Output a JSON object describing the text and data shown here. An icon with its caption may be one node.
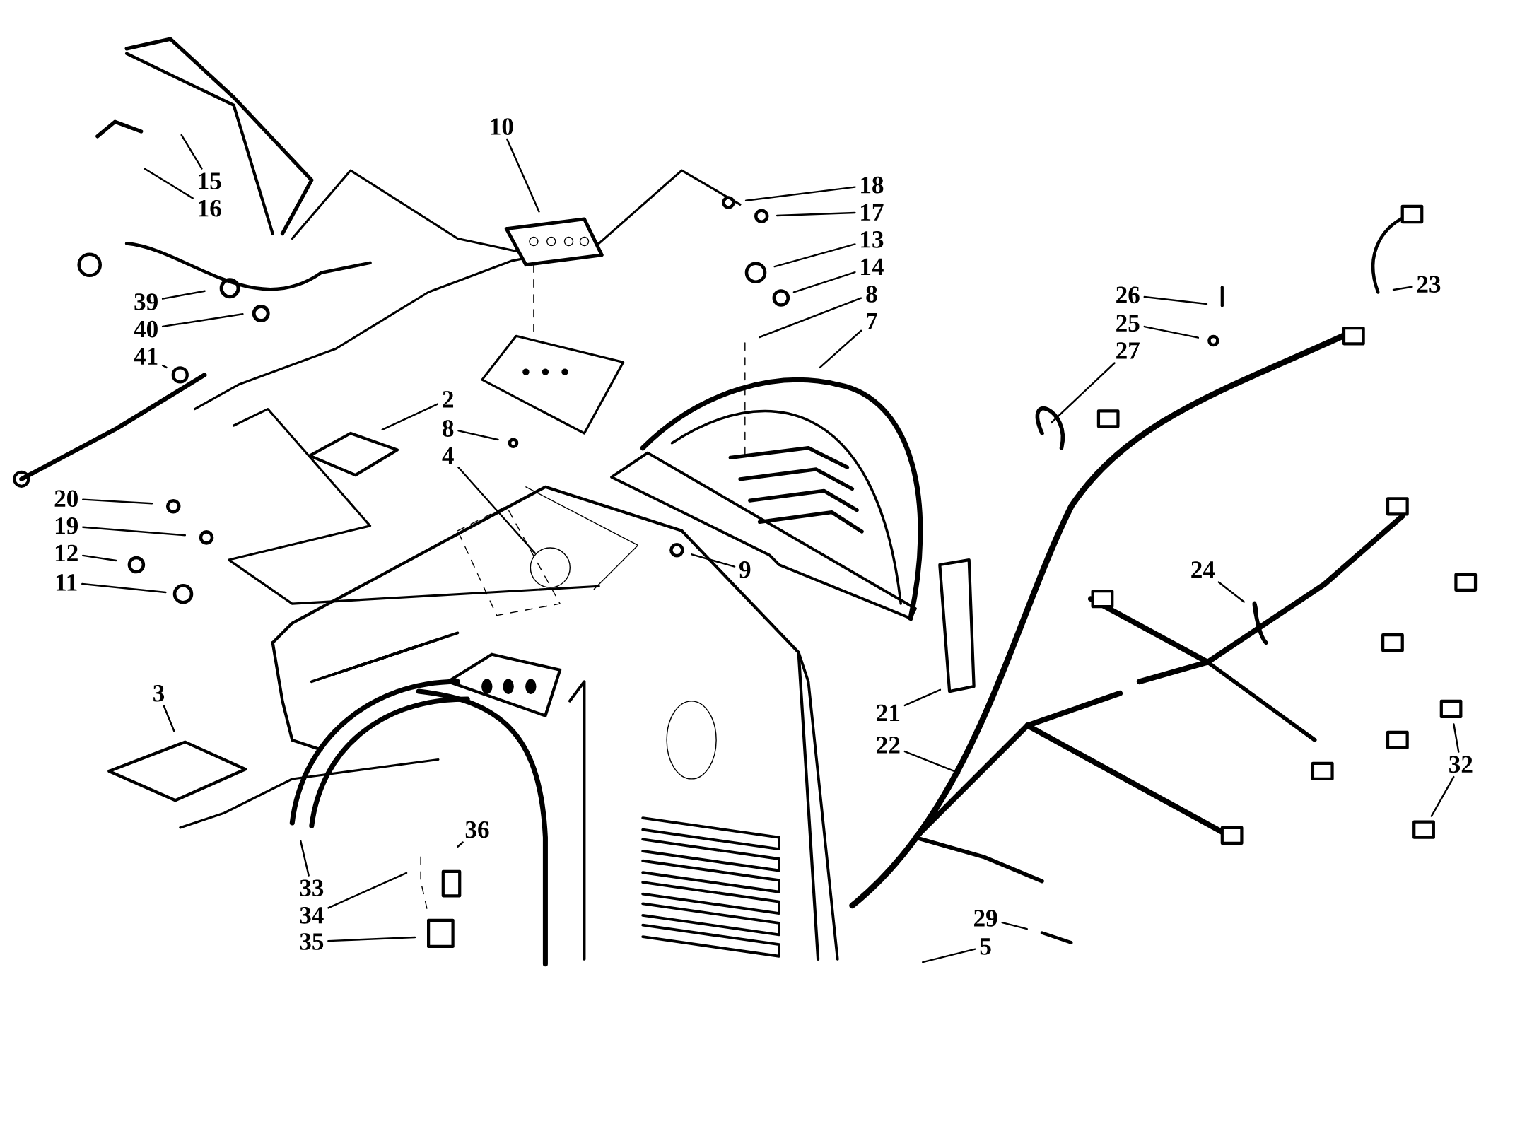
{
  "diagram": {
    "nodes": [
      {
        "text": [
          "10"
        ]
      },
      {
        "text": [
          "15"
        ]
      },
      {
        "text": [
          "18"
        ]
      },
      {
        "text": [
          "16"
        ]
      },
      {
        "text": [
          "17"
        ]
      },
      {
        "text": [
          "13"
        ]
      },
      {
        "text": [
          "14"
        ]
      },
      {
        "text": [
          "23"
        ]
      },
      {
        "text": [
          "8"
        ]
      },
      {
        "text": [
          "26"
        ]
      },
      {
        "text": [
          "39"
        ]
      },
      {
        "text": [
          "7"
        ]
      },
      {
        "text": [
          "25"
        ]
      },
      {
        "text": [
          "40"
        ]
      },
      {
        "text": [
          "27"
        ]
      },
      {
        "text": [
          "41"
        ]
      },
      {
        "text": [
          "2"
        ]
      },
      {
        "text": [
          "8"
        ]
      },
      {
        "text": [
          "4"
        ]
      },
      {
        "text": [
          "20"
        ]
      },
      {
        "text": [
          "19"
        ]
      },
      {
        "text": [
          "12"
        ]
      },
      {
        "text": [
          "24"
        ]
      },
      {
        "text": [
          "9"
        ]
      },
      {
        "text": [
          "11"
        ]
      },
      {
        "text": [
          "3"
        ]
      },
      {
        "text": [
          "21"
        ]
      },
      {
        "text": [
          "22"
        ]
      },
      {
        "text": [
          "32"
        ]
      },
      {
        "text": [
          "36"
        ]
      },
      {
        "text": [
          "33"
        ]
      },
      {
        "text": [
          "34"
        ]
      },
      {
        "text": [
          "29"
        ]
      },
      {
        "text": [
          "35"
        ]
      },
      {
        "text": [
          "5"
        ]
      }
    ],
    "edges": [
      {
        "from": 0,
        "to": null,
        "arrow": "none"
      },
      {
        "from": 1,
        "to": null,
        "arrow": "none"
      },
      {
        "from": 2,
        "to": null,
        "arrow": "none"
      },
      {
        "from": 3,
        "to": null,
        "arrow": "none"
      },
      {
        "from": 4,
        "to": null,
        "arrow": "none"
      },
      {
        "from": 5,
        "to": null,
        "arrow": "none"
      },
      {
        "from": 6,
        "to": null,
        "arrow": "none"
      },
      {
        "from": 7,
        "to": null,
        "arrow": "none"
      },
      {
        "from": 8,
        "to": null,
        "arrow": "none"
      },
      {
        "from": 9,
        "to": null,
        "arrow": "none"
      },
      {
        "from": 10,
        "to": null,
        "arrow": "none"
      },
      {
        "from": 11,
        "to": null,
        "arrow": "none"
      },
      {
        "from": 12,
        "to": null,
        "arrow": "none"
      },
      {
        "from": 13,
        "to": null,
        "arrow": "none"
      },
      {
        "from": 14,
        "to": null,
        "arrow": "none"
      },
      {
        "from": 15,
        "to": null,
        "arrow": "none"
      },
      {
        "from": 16,
        "to": null,
        "arrow": "none"
      },
      {
        "from": 17,
        "to": null,
        "arrow": "none"
      },
      {
        "from": 18,
        "to": null,
        "arrow": "none"
      },
      {
        "from": 19,
        "to": null,
        "arrow": "none"
      },
      {
        "from": 20,
        "to": null,
        "arrow": "none"
      },
      {
        "from": 21,
        "to": null,
        "arrow": "none"
      },
      {
        "from": 22,
        "to": null,
        "arrow": "none"
      },
      {
        "from": 23,
        "to": null,
        "arrow": "none"
      },
      {
        "from": 24,
        "to": null,
        "arrow": "none"
      },
      {
        "from": 25,
        "to": null,
        "arrow": "none"
      },
      {
        "from": 26,
        "to": null,
        "arrow": "none"
      },
      {
        "from": 27,
        "to": null,
        "arrow": "none"
      },
      {
        "from": 28,
        "to": null,
        "arrow": "none"
      },
      {
        "from": 29,
        "to": null,
        "arrow": "none"
      },
      {
        "from": 30,
        "to": null,
        "arrow": "none"
      },
      {
        "from": 31,
        "to": null,
        "arrow": "none"
      },
      {
        "from": 32,
        "to": null,
        "arrow": "none"
      },
      {
        "from": 33,
        "to": null,
        "arrow": "none"
      },
      {
        "from": 34,
        "to": null,
        "arrow": "none"
      },
      {
        "from": 28,
        "to": null,
        "arrow": "none"
      }
    ]
  }
}
